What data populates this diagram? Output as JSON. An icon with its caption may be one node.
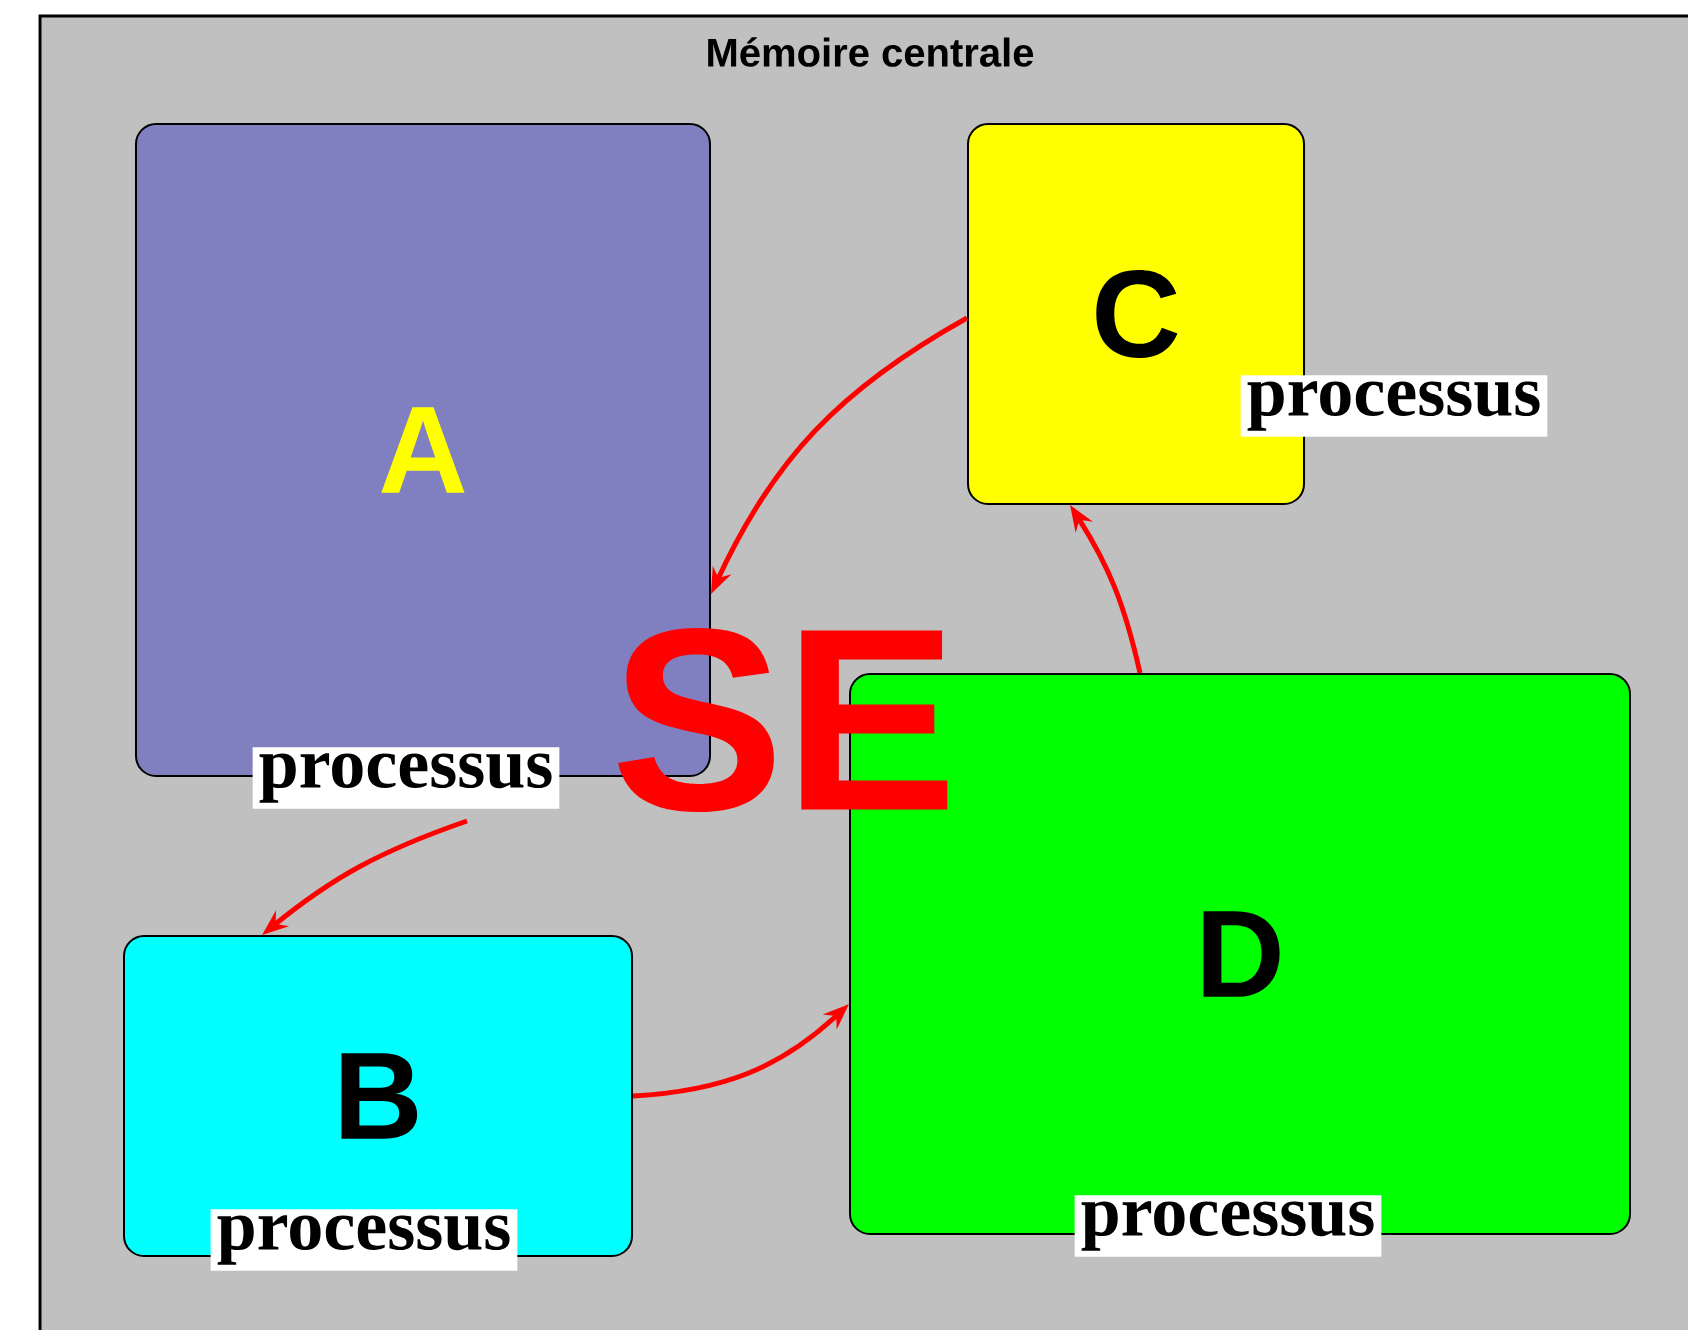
{
  "diagram": {
    "nodes": [
      {
        "text": [
          "Mémoire centrale"
        ]
      },
      {
        "text": [
          "A",
          "processus"
        ],
        "in": 0
      },
      {
        "text": [
          "C",
          "processus"
        ],
        "in": 0
      },
      {
        "text": [
          "B",
          "processus"
        ],
        "in": 0
      },
      {
        "text": [
          "D",
          "processus"
        ],
        "in": 0
      }
    ],
    "edges": [
      {
        "from": 1,
        "to": 3,
        "arrow": "to"
      },
      {
        "from": 3,
        "to": 4,
        "arrow": "to"
      },
      {
        "from": 4,
        "to": 2,
        "arrow": "to"
      },
      {
        "from": 2,
        "to": 1,
        "arrow": "to"
      }
    ],
    "labels": [
      "SE"
    ]
  }
}
